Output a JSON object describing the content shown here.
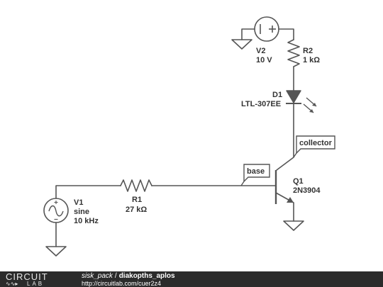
{
  "components": {
    "v2": {
      "name": "V2",
      "value": "10 V"
    },
    "r2": {
      "name": "R2",
      "value": "1 kΩ"
    },
    "d1": {
      "name": "D1",
      "value": "LTL-307EE"
    },
    "q1": {
      "name": "Q1",
      "value": "2N3904"
    },
    "r1": {
      "name": "R1",
      "value": "27 kΩ"
    },
    "v1": {
      "name": "V1",
      "type": "sine",
      "freq": "10 kHz"
    }
  },
  "flags": {
    "base": "base",
    "collector": "collector"
  },
  "footer": {
    "logo_top": "CIRCUIT",
    "logo_bottom": "LAB",
    "user": "sisk_pack",
    "separator": "/",
    "title": "diakopths_aplos",
    "url": "http://circuitlab.com/cuer2z4"
  },
  "colors": {
    "wire": "#555555",
    "text": "#333333",
    "footer_bg": "#2b2b2b"
  }
}
